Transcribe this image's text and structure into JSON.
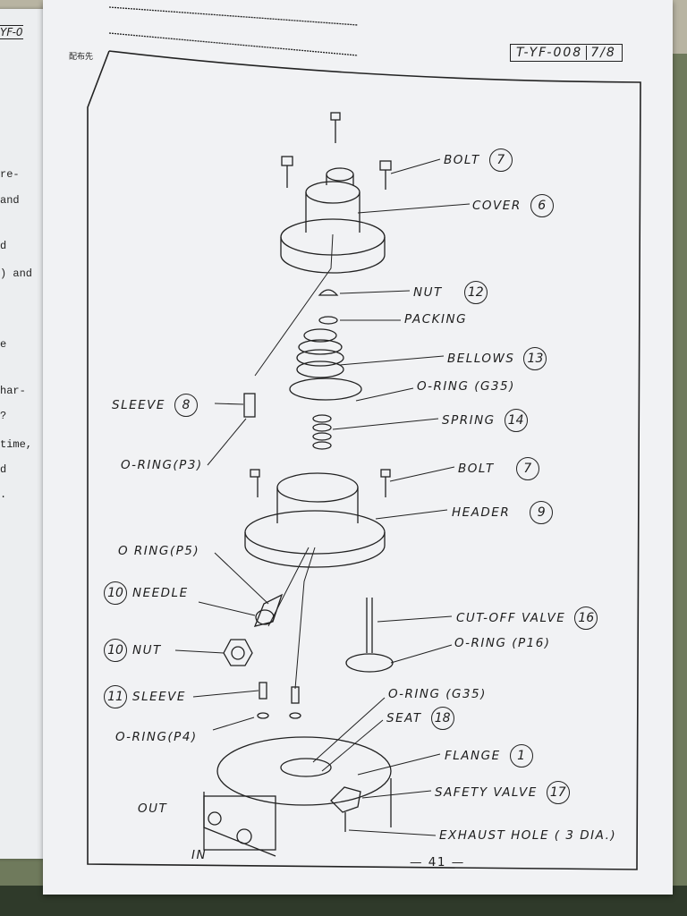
{
  "left_page": {
    "header": "YF-0",
    "lines": [
      "re-",
      "and",
      "d",
      ") and",
      "e",
      "har-",
      "?",
      "time,",
      "d",
      "."
    ]
  },
  "sheet": {
    "distribution_label": "配布先",
    "doc_id": "T-YF-008",
    "page_fraction": "7/8",
    "page_number": "— 41 —"
  },
  "parts": [
    {
      "label": "BOLT",
      "num": "7"
    },
    {
      "label": "COVER",
      "num": "6"
    },
    {
      "label": "NUT",
      "num": "12"
    },
    {
      "label": "PACKING",
      "num": ""
    },
    {
      "label": "BELLOWS",
      "num": "13"
    },
    {
      "label": "O-RING (G35)",
      "num": ""
    },
    {
      "label": "SLEEVE",
      "num": "8"
    },
    {
      "label": "SPRING",
      "num": "14"
    },
    {
      "label": "O-RING(P3)",
      "num": ""
    },
    {
      "label": "BOLT",
      "num": "7"
    },
    {
      "label": "HEADER",
      "num": "9"
    },
    {
      "label": "O RING(P5)",
      "num": ""
    },
    {
      "label": "NEEDLE",
      "num": "10"
    },
    {
      "label": "CUT-OFF VALVE",
      "num": "16"
    },
    {
      "label": "O-RING (P16)",
      "num": ""
    },
    {
      "label": "NUT",
      "num": "10"
    },
    {
      "label": "SLEEVE",
      "num": "11"
    },
    {
      "label": "O-RING (G35)",
      "num": ""
    },
    {
      "label": "SEAT",
      "num": "18"
    },
    {
      "label": "O-RING(P4)",
      "num": ""
    },
    {
      "label": "FLANGE",
      "num": "1"
    },
    {
      "label": "SAFETY VALVE",
      "num": "17"
    },
    {
      "label": "OUT",
      "num": ""
    },
    {
      "label": "EXHAUST HOLE ( 3 DIA.)",
      "num": ""
    },
    {
      "label": "IN",
      "num": ""
    }
  ]
}
